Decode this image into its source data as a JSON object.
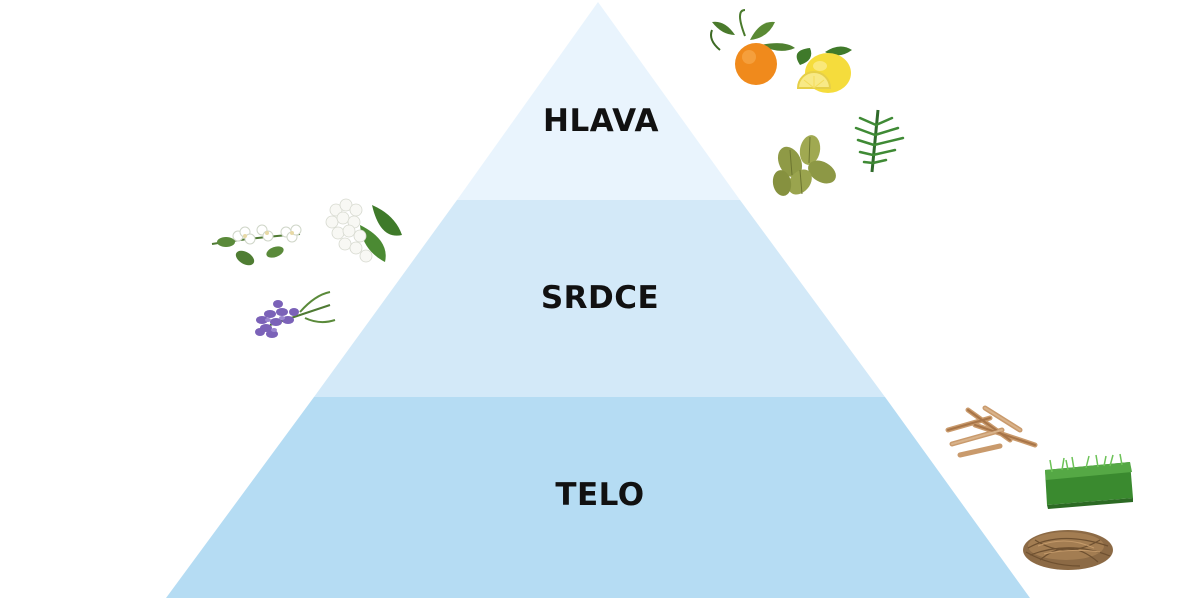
{
  "pyramid": {
    "tiers": [
      {
        "label": "HLAVA",
        "color": "#e9f4fd"
      },
      {
        "label": "SRDCE",
        "color": "#d3e9f8"
      },
      {
        "label": "TELO",
        "color": "#b5dcf3"
      }
    ]
  },
  "ingredients": {
    "head": [
      "orange-icon",
      "lemon-icon",
      "fir-branch-icon",
      "cardamom-icon"
    ],
    "heart": [
      "jasmine-icon",
      "lily-of-the-valley-icon",
      "lavender-icon"
    ],
    "base": [
      "sandalwood-icon",
      "grass-icon",
      "vetiver-root-icon"
    ]
  }
}
